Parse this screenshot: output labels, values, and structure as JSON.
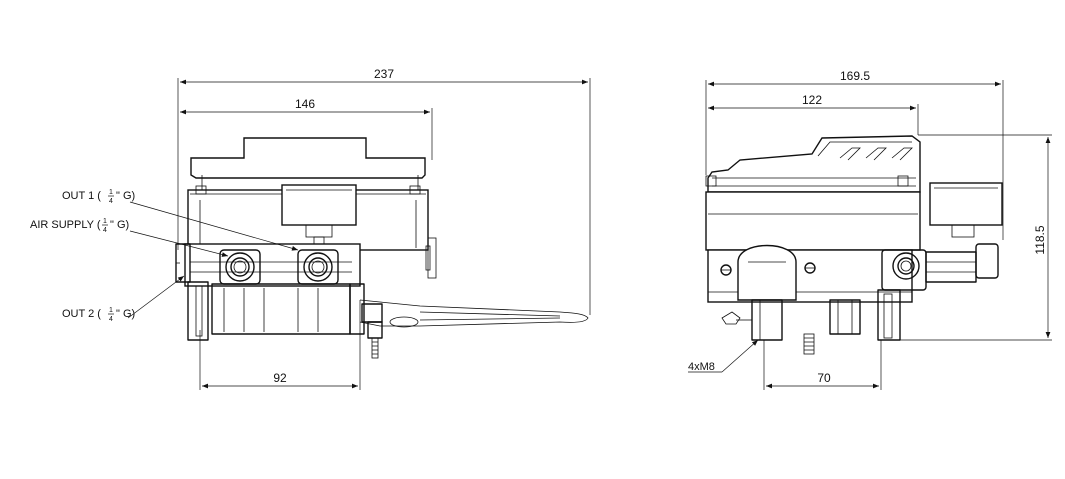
{
  "dimensions": {
    "front_overall_width": "237",
    "front_body_width": "146",
    "front_mount_spacing": "92",
    "side_overall_width": "169.5",
    "side_body_width": "122",
    "side_mount_spacing": "70",
    "side_height": "118.5"
  },
  "port_labels": {
    "out1": {
      "prefix": "OUT 1 (",
      "frac_num": "1",
      "frac_den": "4",
      "suffix": "\" G)"
    },
    "air_supply": {
      "prefix": "AIR SUPPLY (",
      "frac_num": "1",
      "frac_den": "4",
      "suffix": "\" G)"
    },
    "out2": {
      "prefix": "OUT 2 (",
      "frac_num": "1",
      "frac_den": "4",
      "suffix": "\" G)"
    }
  },
  "mount_label": "4xM8"
}
